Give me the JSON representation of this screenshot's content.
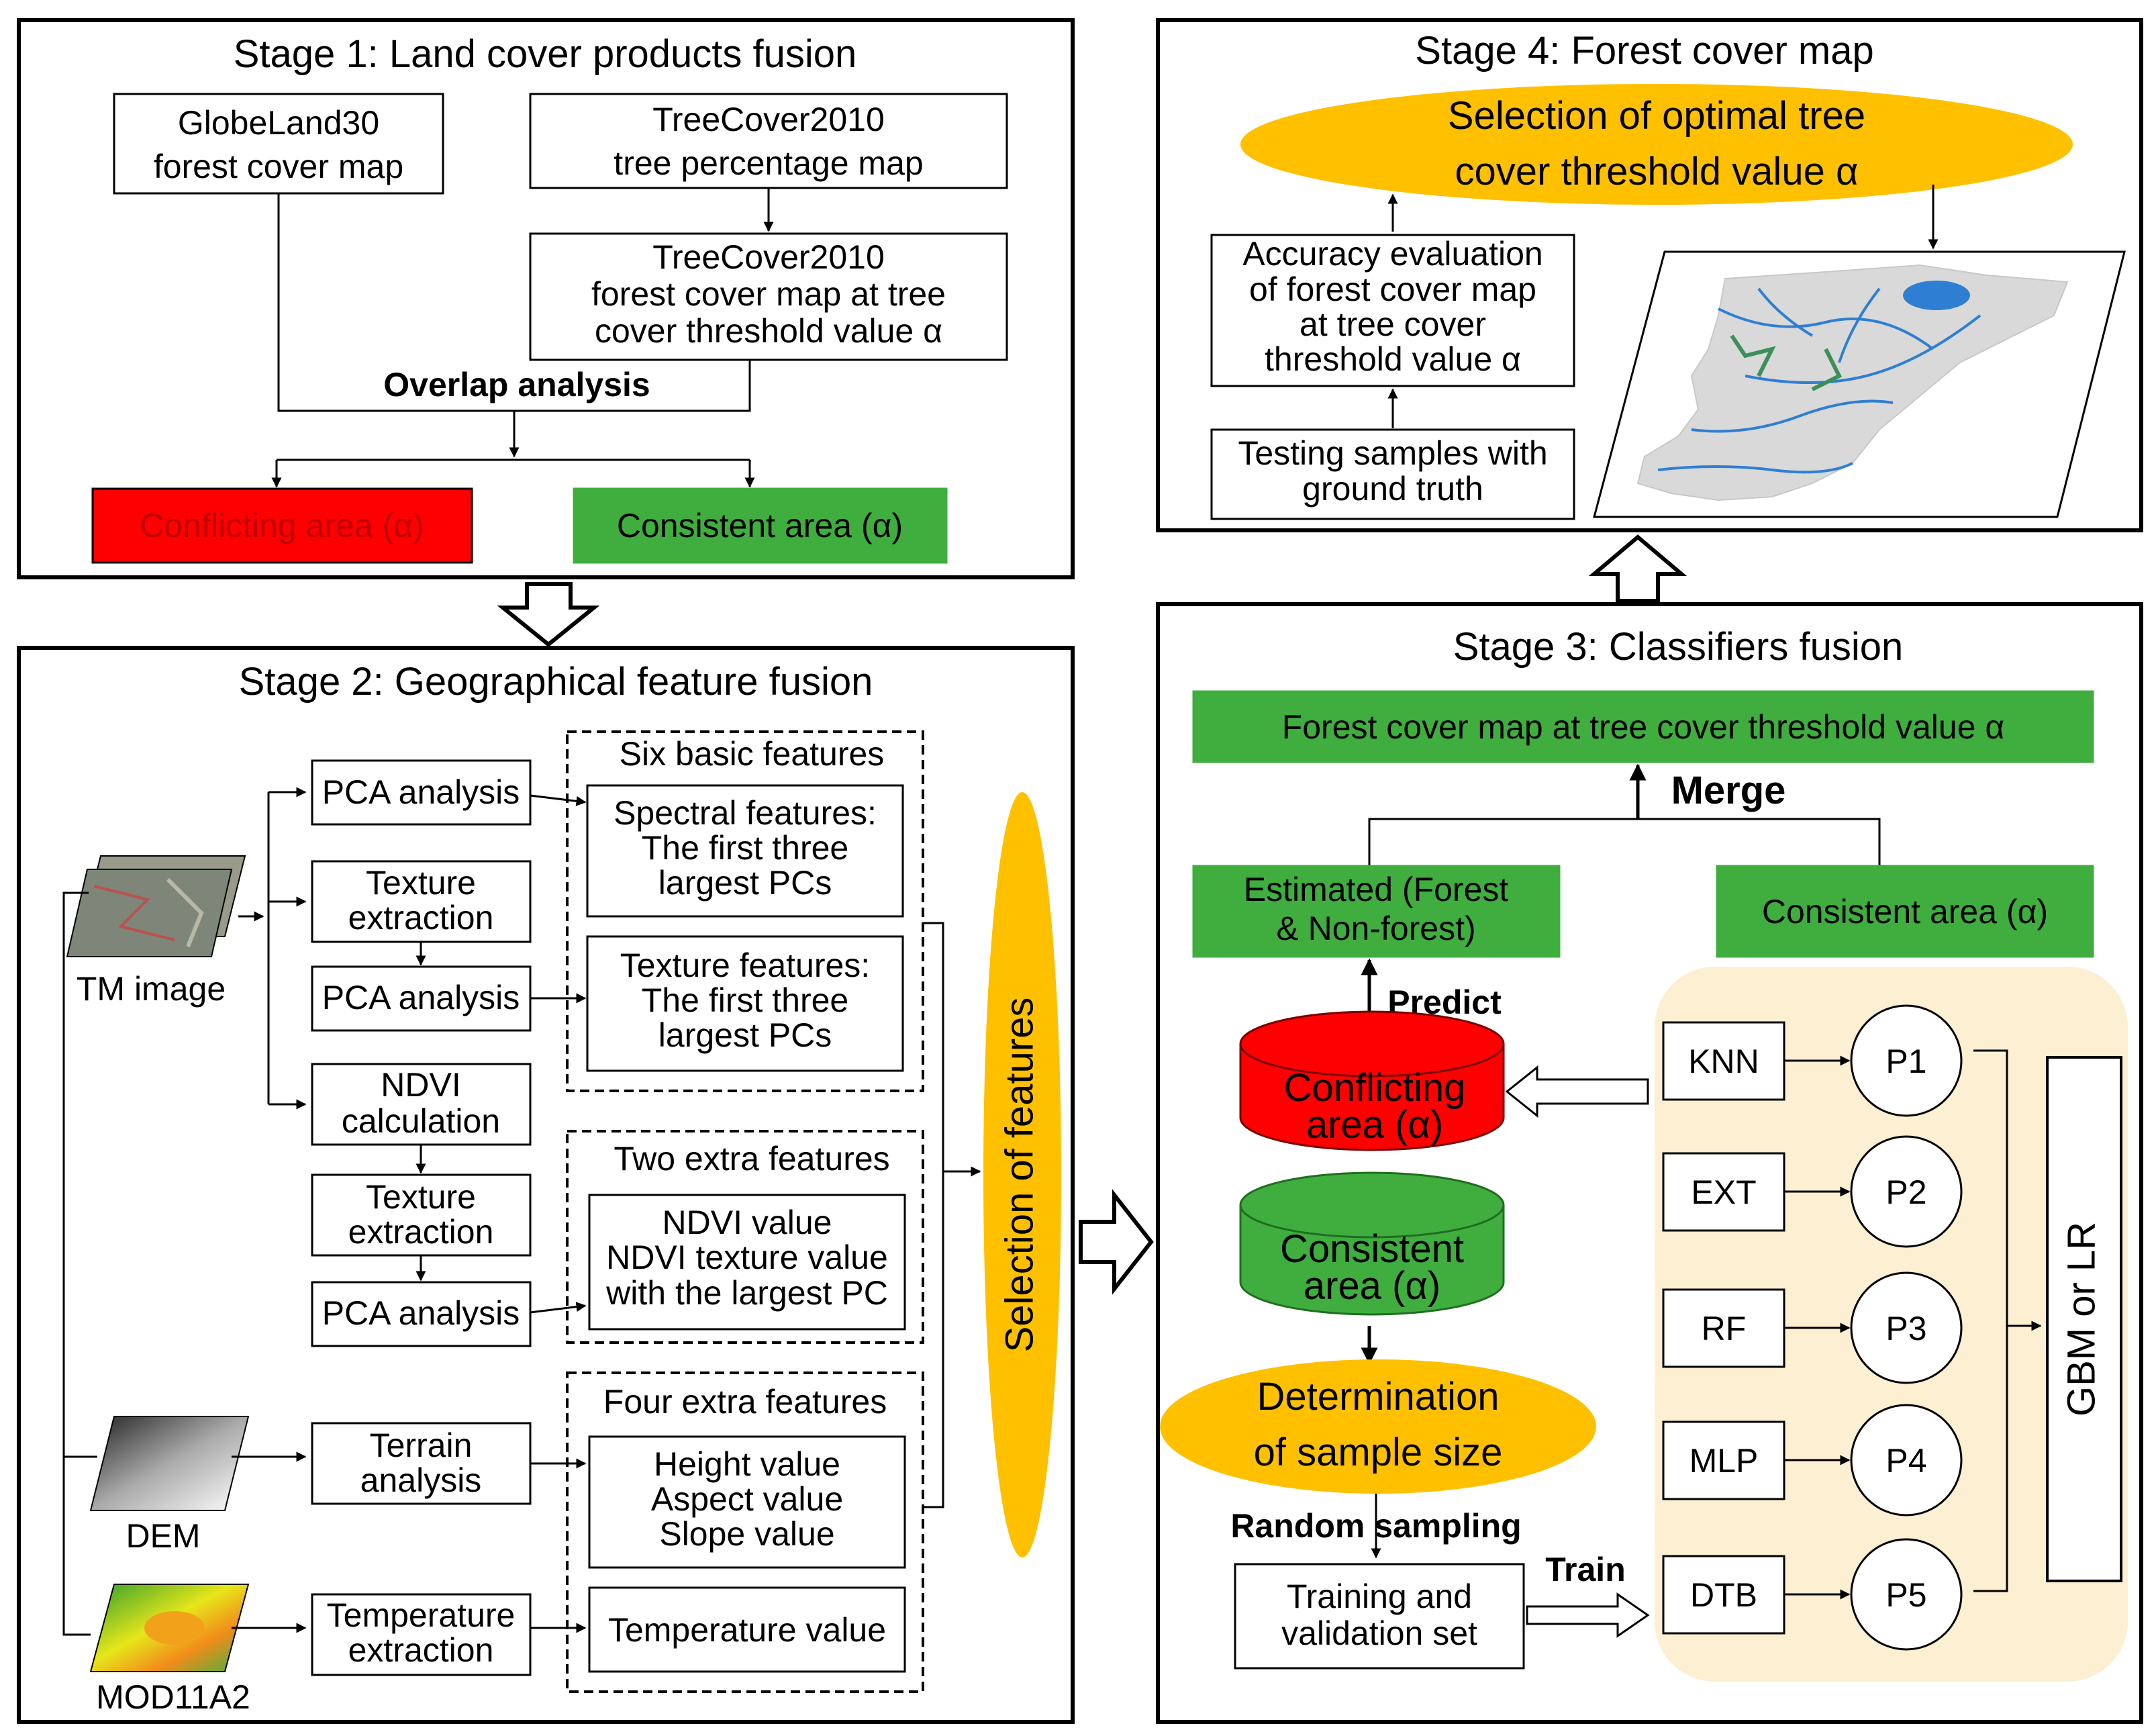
{
  "stage1": {
    "title": "Stage 1: Land cover products fusion",
    "globeland": [
      "GlobeLand30",
      "forest cover map"
    ],
    "treecover_pct": [
      "TreeCover2010",
      "tree percentage map"
    ],
    "treecover_forest": [
      "TreeCover2010",
      "forest cover map at tree",
      "cover threshold value α"
    ],
    "overlap": "Overlap analysis",
    "conflicting": "Conflicting area (α)",
    "consistent": "Consistent area (α)"
  },
  "stage2": {
    "title": "Stage 2: Geographical feature fusion",
    "tm_label": "TM image",
    "dem_label": "DEM",
    "mod_label": "MOD11A2",
    "pca1": "PCA analysis",
    "texture1": [
      "Texture",
      "extraction"
    ],
    "pca2": "PCA analysis",
    "ndvi_calc": [
      "NDVI",
      "calculation"
    ],
    "texture2": [
      "Texture",
      "extraction"
    ],
    "pca3": "PCA analysis",
    "terrain": [
      "Terrain",
      "analysis"
    ],
    "temperature": [
      "Temperature",
      "extraction"
    ],
    "six_basic": "Six basic features",
    "spectral": [
      "Spectral features:",
      "The first three",
      "largest PCs"
    ],
    "texture_feat": [
      "Texture features:",
      "The first three",
      "largest PCs"
    ],
    "two_extra": "Two extra features",
    "ndvi_feat": [
      "NDVI value",
      "NDVI texture value",
      "with the largest PC"
    ],
    "four_extra": "Four extra features",
    "terrain_feat": [
      "Height value",
      "Aspect value",
      "Slope value"
    ],
    "temp_feat": "Temperature value",
    "selection": "Selection of features"
  },
  "stage3": {
    "title": "Stage 3: Classifiers fusion",
    "forest_map": "Forest cover map at tree cover threshold value α",
    "merge": "Merge",
    "estimated": [
      "Estimated (Forest",
      "& Non-forest)"
    ],
    "consistent_top": "Consistent area (α)",
    "predict": "Predict",
    "conflicting_cyl": [
      "Conflicting",
      "area (α)"
    ],
    "consistent_cyl": [
      "Consistent",
      "area (α)"
    ],
    "sample_size": [
      "Determination",
      "of sample size"
    ],
    "random": "Random sampling",
    "training": [
      "Training and",
      "validation set"
    ],
    "train": "Train",
    "classifiers": [
      "KNN",
      "EXT",
      "RF",
      "MLP",
      "DTB"
    ],
    "predictions": [
      "P1",
      "P2",
      "P3",
      "P4",
      "P5"
    ],
    "meta": "GBM or LR"
  },
  "stage4": {
    "title": "Stage 4: Forest cover map",
    "optimal": [
      "Selection of optimal tree",
      "cover threshold value α"
    ],
    "accuracy": [
      "Accuracy evaluation",
      "of forest cover map",
      "at tree cover",
      "threshold value α"
    ],
    "testing": [
      "Testing samples with",
      "ground truth"
    ]
  },
  "colors": {
    "red": "#ff0000",
    "green": "#3fae3f",
    "orange": "#ffc000",
    "beige": "#fcefd2",
    "river_blue": "#2e7fd4"
  }
}
